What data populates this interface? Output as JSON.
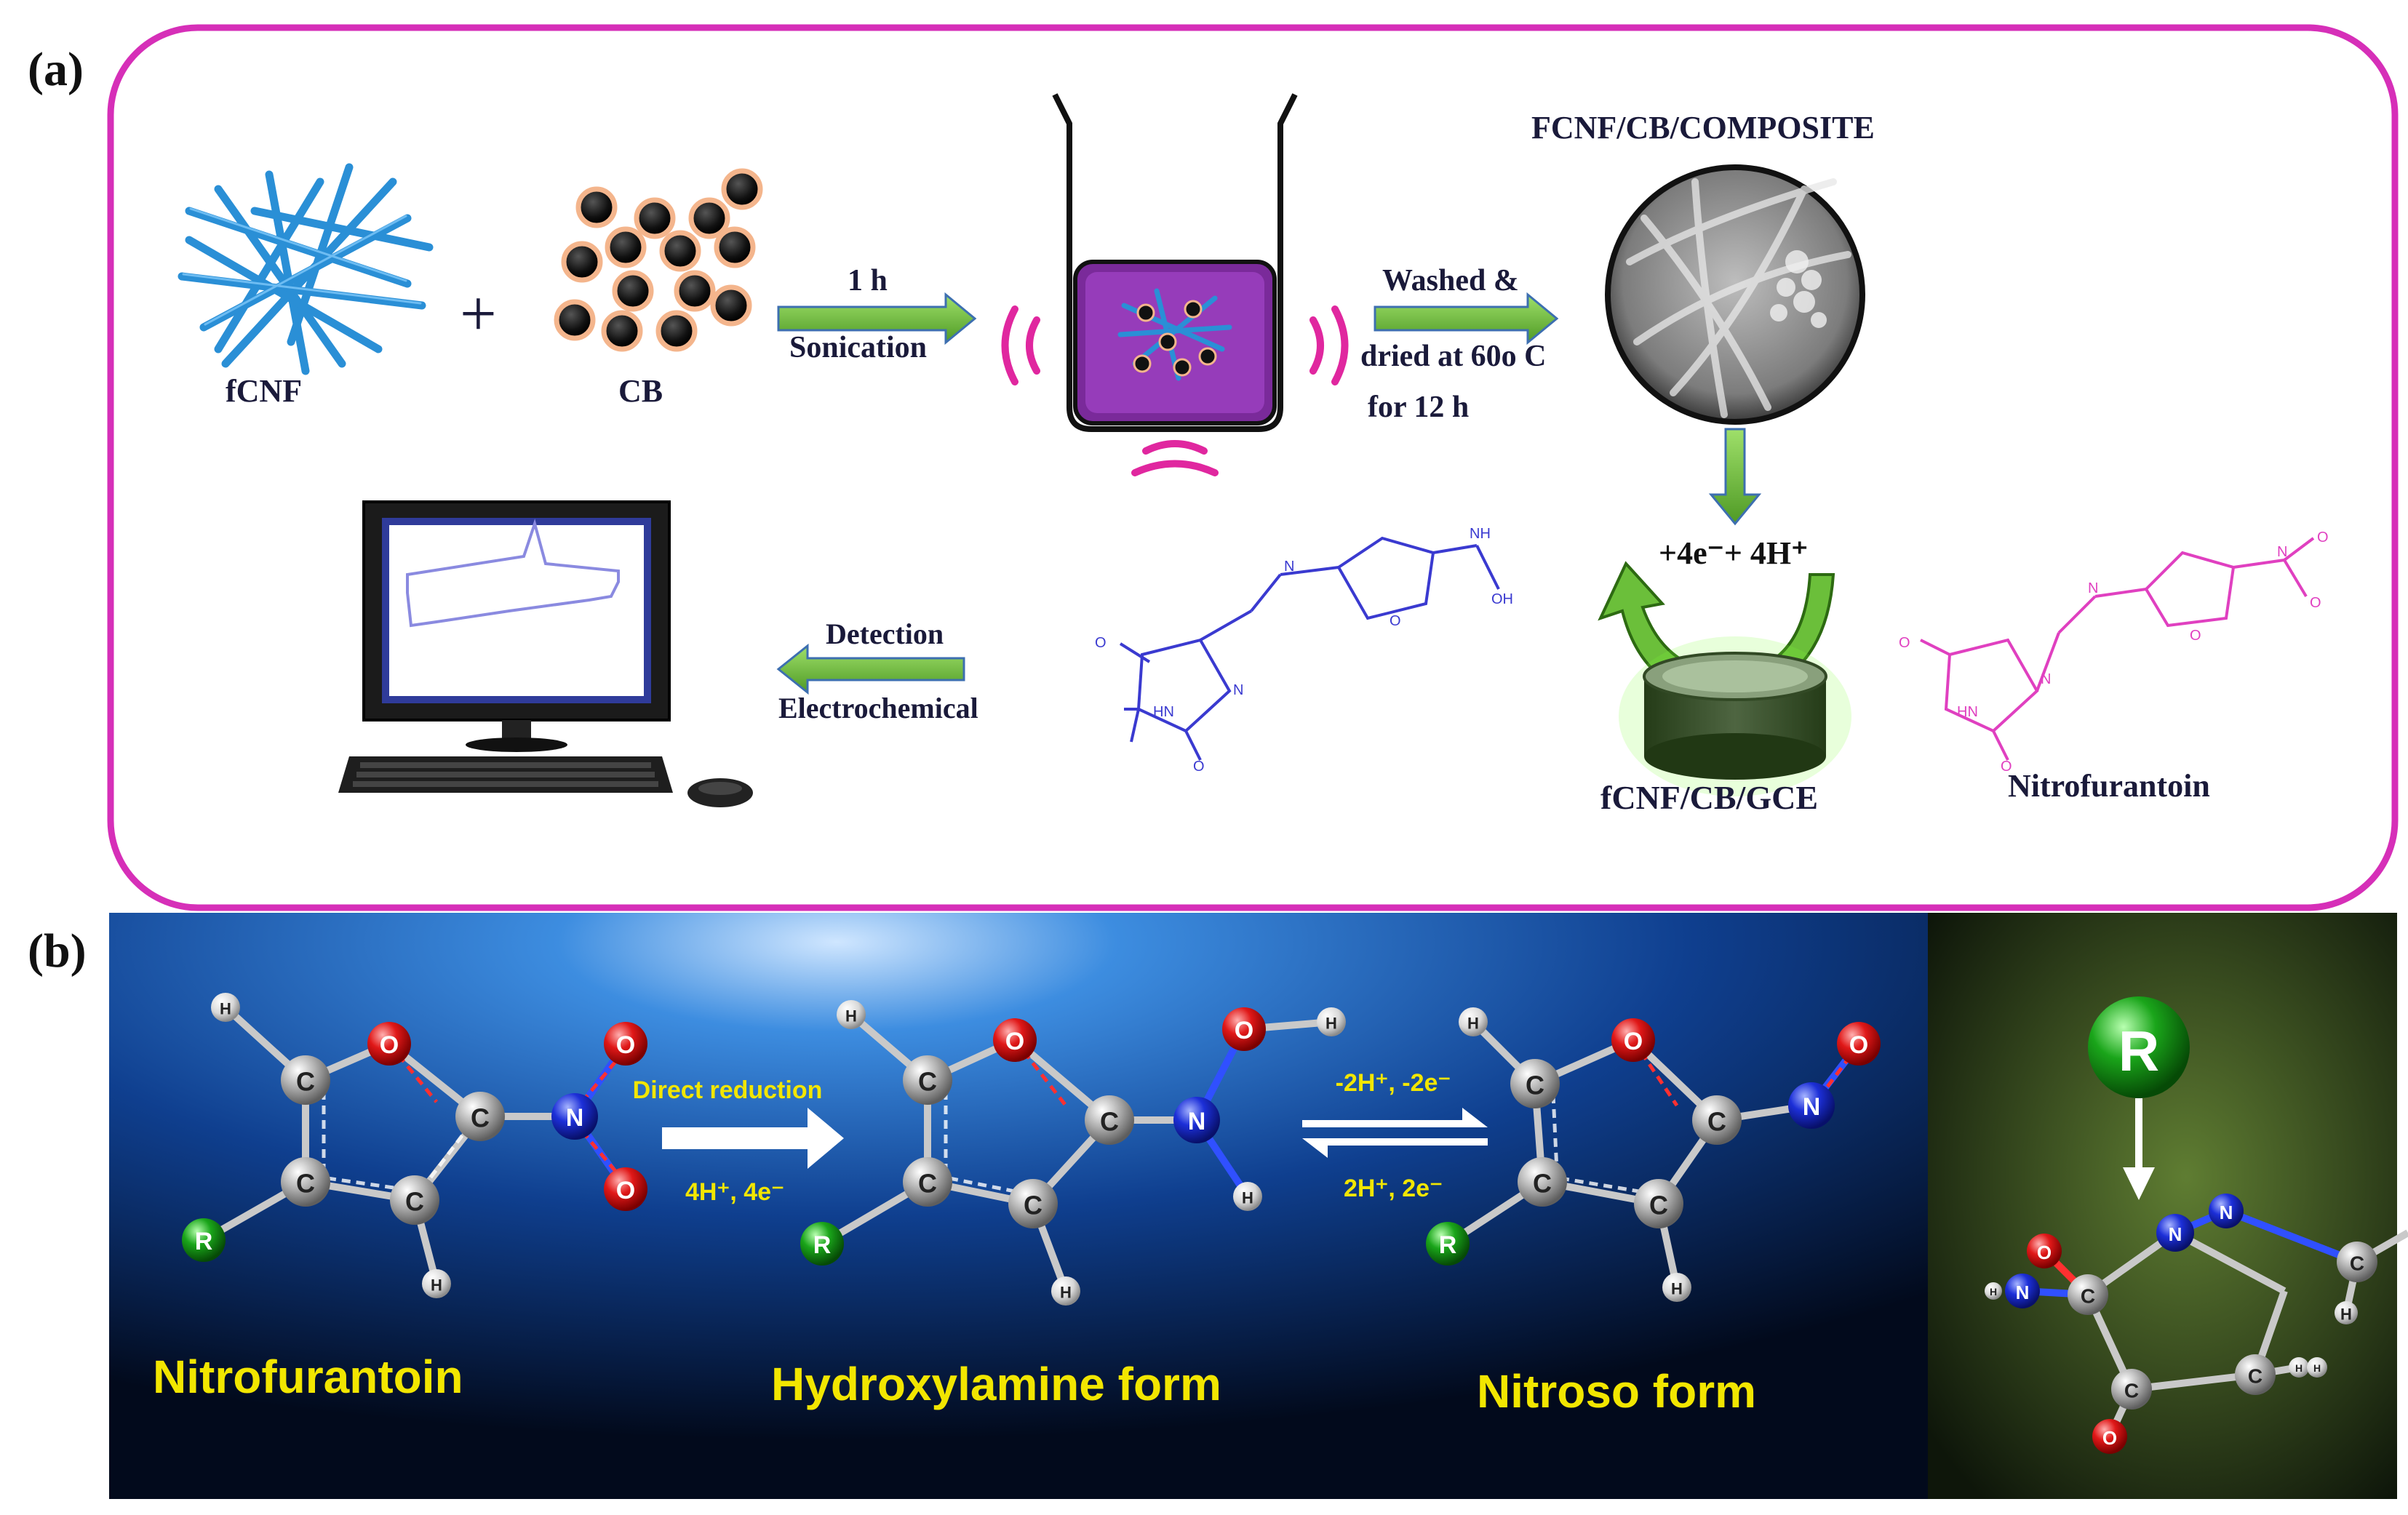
{
  "panel_a": {
    "label": "(a)",
    "fcnf_label": "fCNF",
    "plus": "+",
    "cb_label": "CB",
    "arrow1_top": "1 h",
    "arrow1_bottom": "Sonication",
    "arrow2_top": "Washed &",
    "arrow2_bottom1": "dried at 60o C",
    "arrow2_bottom2": "for 12 h",
    "composite_title": "FCNF/CB/COMPOSITE",
    "electron_label": "+4e⁻+ 4H⁺",
    "electrode_label": "fCNF/CB/GCE",
    "nitrofurantoin_label": "Nitrofurantoin",
    "arrow3_top": "Detection",
    "arrow3_bottom": "Electrochemical",
    "colors": {
      "border": "#d62fb8",
      "arrow": "#6fbf3a",
      "fiber": "#2a8fd6",
      "drug": "#e040c0",
      "product": "#3a3ad0"
    }
  },
  "panel_b": {
    "label": "(b)",
    "mol1_name": "Nitrofurantoin",
    "mol2_name": "Hydroxylamine form",
    "mol3_name": "Nitroso form",
    "arrow1_top": "Direct reduction",
    "arrow1_bottom": "4H⁺, 4e⁻",
    "arrow2_top": "-2H⁺, -2e⁻",
    "arrow2_bottom": "2H⁺, 2e⁻",
    "r_group": "R",
    "atom_C": "C",
    "atom_O": "O",
    "atom_N": "N",
    "atom_H": "H",
    "colors": {
      "name": "#f2e600",
      "bg_dark": "#071a3d",
      "bg_blue": "#1a60c0",
      "side": "#4a6a2a"
    }
  }
}
